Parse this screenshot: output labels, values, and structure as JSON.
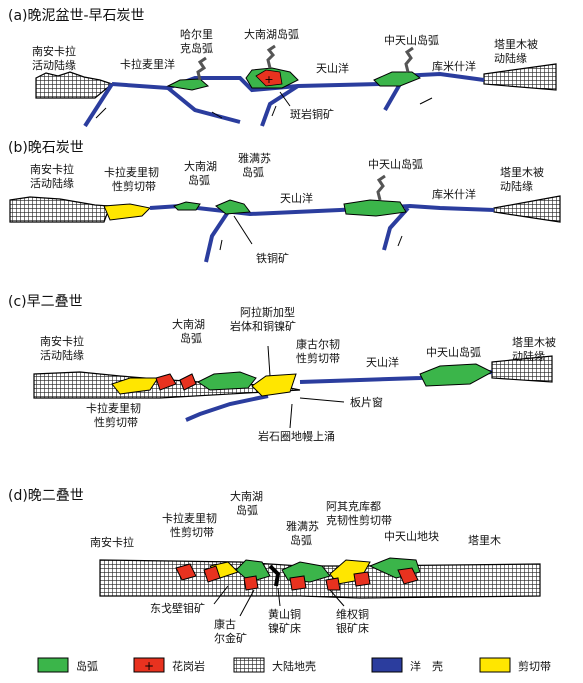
{
  "panels": [
    {
      "title": "(a)晚泥盆世-早石炭世",
      "labels": {
        "nan_an": [
          "南安卡拉",
          "活动陆缘"
        ],
        "kala_ocean": "卡拉麦里洋",
        "hal": [
          "哈尔里",
          "克岛弧"
        ],
        "danan": "大南湖岛弧",
        "tianshan": "天山洋",
        "zts": "中天山岛弧",
        "kumish": "库米什洋",
        "tarim": [
          "塔里木被",
          "动陆缘"
        ],
        "porphyry": "斑岩铜矿"
      }
    },
    {
      "title": "(b)晚石炭世",
      "labels": {
        "nan_an": [
          "南安卡拉",
          "活动陆缘"
        ],
        "kala_shear": [
          "卡拉麦里韧",
          "性剪切带"
        ],
        "danan": [
          "大南湖",
          "岛弧"
        ],
        "yamansu": [
          "雅满苏",
          "岛弧"
        ],
        "tianshan": "天山洋",
        "zts": "中天山岛弧",
        "kumish": "库米什洋",
        "tarim": [
          "塔里木被",
          "动陆缘"
        ],
        "iron": "铁铜矿"
      }
    },
    {
      "title": "(c)早二叠世",
      "labels": {
        "nan_an": [
          "南安卡拉",
          "活动陆缘"
        ],
        "danan": [
          "大南湖",
          "岛弧"
        ],
        "alasi": [
          "阿拉斯加型",
          "岩体和铜镍矿"
        ],
        "kanggur": [
          "康古尔韧",
          "性剪切带"
        ],
        "tianshan": "天山洋",
        "zts": "中天山岛弧",
        "tarim": [
          "塔里木被",
          "动陆缘"
        ],
        "kala_shear": [
          "卡拉麦里韧",
          "性剪切带"
        ],
        "slab": "板片窗",
        "upwell": "岩石圈地幔上涌"
      }
    },
    {
      "title": "(d)晚二叠世",
      "labels": {
        "nan_an": "南安卡拉",
        "kala_shear": [
          "卡拉麦里韧",
          "性剪切带"
        ],
        "danan": [
          "大南湖",
          "岛弧"
        ],
        "yamansu": [
          "雅满苏",
          "岛弧"
        ],
        "aqik": [
          "阿其克库都",
          "克韧性剪切带"
        ],
        "zts_block": "中天山地块",
        "tarim": "塔里木",
        "dgbm": "东戈壁钼矿",
        "kanggu": [
          "康古",
          "尔金矿"
        ],
        "huangshan": [
          "黄山铜",
          "镍矿床"
        ],
        "weiquan": [
          "维权铜",
          "银矿床"
        ]
      }
    }
  ],
  "legend": [
    {
      "key": "arc",
      "label": "岛弧",
      "color": "#3bb54a"
    },
    {
      "key": "granite",
      "label": "花岗岩",
      "color": "#e8321f"
    },
    {
      "key": "crust",
      "label": "大陆地壳",
      "color": "#ffffff"
    },
    {
      "key": "ocean",
      "label": "洋　壳",
      "color": "#2b3d9e"
    },
    {
      "key": "shear",
      "label": "剪切带",
      "color": "#ffe600"
    }
  ]
}
